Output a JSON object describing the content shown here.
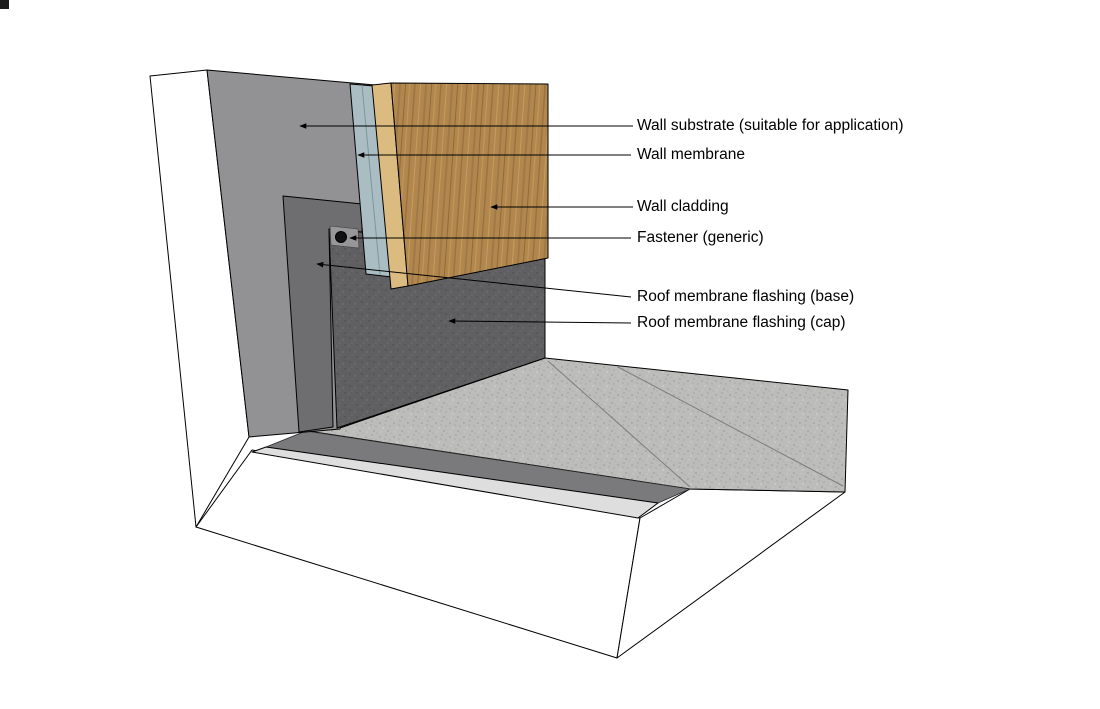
{
  "labels": [
    {
      "text": "Wall substrate (suitable for application)"
    },
    {
      "text": "Wall membrane"
    },
    {
      "text": "Wall cladding"
    },
    {
      "text": "Fastener (generic)"
    },
    {
      "text": "Roof membrane flashing (base)"
    },
    {
      "text": "Roof membrane flashing (cap)"
    }
  ],
  "colors": {
    "background": "#ffffff",
    "outline": "#000000",
    "wall_white_face": "#ffffff",
    "wall_substrate": "#929295",
    "wall_membrane": "#aabdc3",
    "wall_cladding": "#b1874e",
    "cladding_edge": "#dcbb80",
    "flashing_base": "#6e6e71",
    "flashing_cap": "#606063",
    "roof_deck": "#bcbcba",
    "roof_edge_band": "#7a7a7c",
    "roof_edge_trim": "#dedede",
    "fastener": "#111111",
    "fastener_plate": "#97979a"
  }
}
